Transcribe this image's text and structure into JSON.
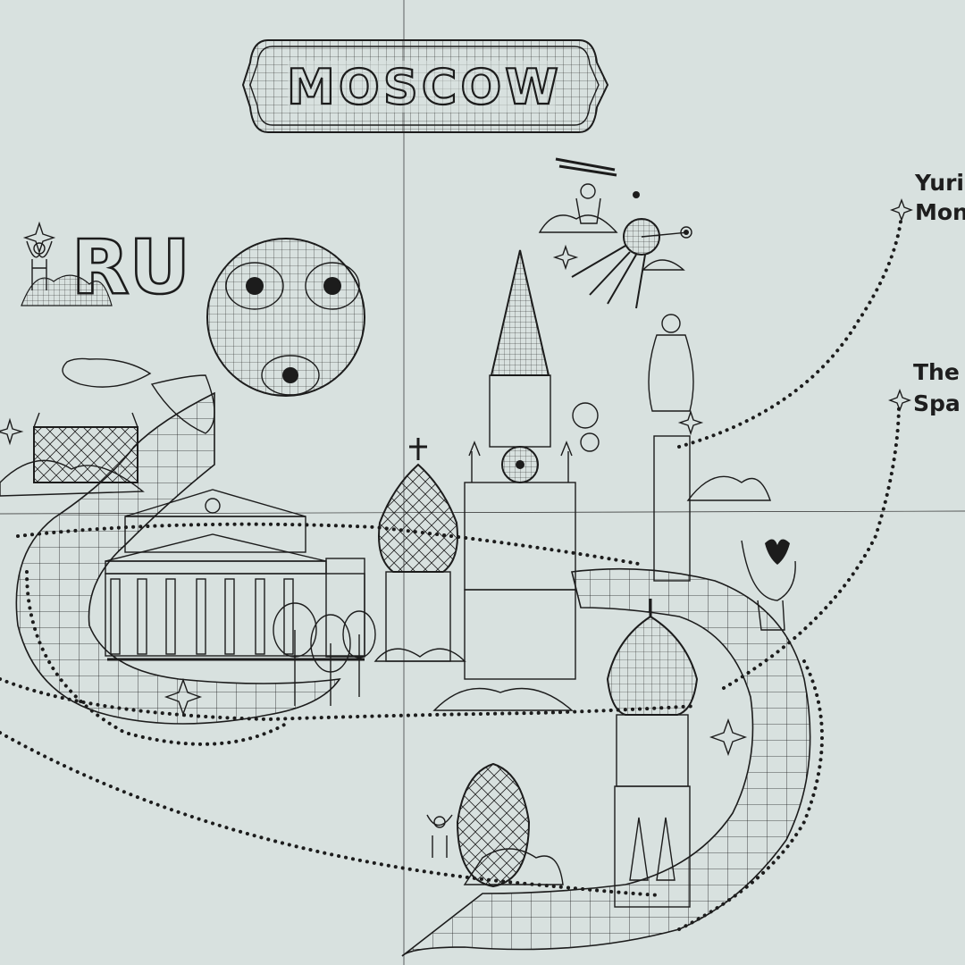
{
  "poster": {
    "title": "MOSCOW",
    "country_code": "RU"
  },
  "callouts": [
    {
      "line1": "Yuri",
      "line2": "Mon"
    },
    {
      "line1": "The",
      "line2": "Spa"
    }
  ],
  "colors": {
    "background": "#d8e1df",
    "ink": "#1c1c1c"
  },
  "landmarks": [
    "bolshoi-theatre",
    "onion-dome-church",
    "spasskaya-tower",
    "gagarin-monument",
    "sputnik",
    "worker-statue",
    "faberge-egg",
    "bell-tower",
    "world-cup-emblem"
  ]
}
